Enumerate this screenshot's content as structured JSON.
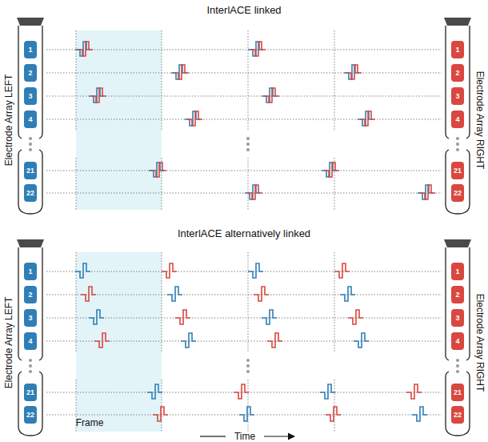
{
  "diagram": {
    "nodes": [
      {
        "text": [
          "1"
        ]
      },
      {
        "text": [
          "2"
        ]
      },
      {
        "text": [
          "3"
        ]
      },
      {
        "text": [
          "4"
        ]
      },
      {
        "text": [
          "21"
        ]
      },
      {
        "text": [
          "22"
        ]
      },
      {
        "text": [
          "1"
        ]
      },
      {
        "text": [
          "2"
        ]
      },
      {
        "text": [
          "3"
        ]
      },
      {
        "text": [
          "4"
        ]
      },
      {
        "text": [
          "21"
        ]
      },
      {
        "text": [
          "22"
        ]
      },
      {
        "text": [
          "1"
        ]
      },
      {
        "text": [
          "2"
        ]
      },
      {
        "text": [
          "3"
        ]
      },
      {
        "text": [
          "4"
        ]
      },
      {
        "text": [
          "21"
        ]
      },
      {
        "text": [
          "22"
        ]
      },
      {
        "text": [
          "1"
        ]
      },
      {
        "text": [
          "2"
        ]
      },
      {
        "text": [
          "3"
        ]
      },
      {
        "text": [
          "4"
        ]
      },
      {
        "text": [
          "21"
        ]
      },
      {
        "text": [
          "22"
        ]
      }
    ],
    "labels": [
      "InterlACE linked",
      "Electrode Array LEFT",
      "Electrode Array RIGHT",
      "InterlACE alternatively linked",
      "Electrode Array LEFT",
      "Electrode Array RIGHT",
      "Frame",
      "Time"
    ]
  }
}
